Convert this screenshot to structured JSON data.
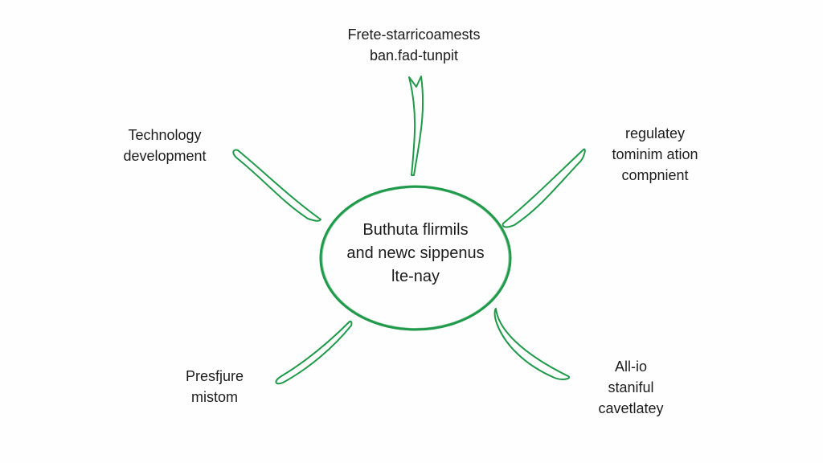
{
  "center": {
    "lines": [
      "Buthuta flirmils",
      "and newc sippenus",
      "lte-nay"
    ]
  },
  "nodes": {
    "top": {
      "lines": [
        "Frete-starricoamests",
        "ban.fad-tunpit"
      ]
    },
    "left": {
      "lines": [
        "Technology",
        "development"
      ]
    },
    "right": {
      "lines": [
        "regulatey",
        "tominim ation",
        "compnient"
      ]
    },
    "bottom_left": {
      "lines": [
        "Presfjure",
        "mistom"
      ]
    },
    "bottom_right": {
      "lines": [
        "All-io",
        "staniful",
        "cavetlatey"
      ]
    }
  },
  "colors": {
    "accent": "#1f9a4a",
    "text": "#1c1c1c",
    "background": "#fdfefd"
  }
}
